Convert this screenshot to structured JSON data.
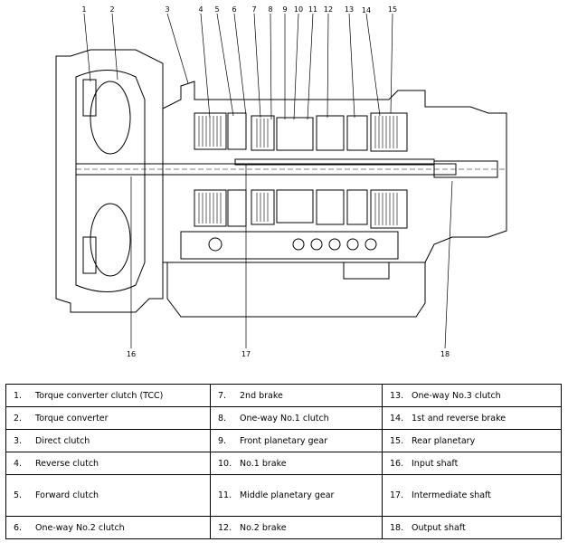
{
  "callouts": {
    "n1": "1",
    "n2": "2",
    "n3": "3",
    "n4": "4",
    "n5": "5",
    "n6": "6",
    "n7": "7",
    "n8": "8",
    "n9": "9",
    "n10": "10",
    "n11": "11",
    "n12": "12",
    "n13": "13",
    "n14": "14",
    "n15": "15",
    "n16": "16",
    "n17": "17",
    "n18": "18"
  },
  "legend": [
    [
      {
        "num": "1.",
        "label": "Torque converter clutch (TCC)"
      },
      {
        "num": "7.",
        "label": "2nd brake"
      },
      {
        "num": "13.",
        "label": "One-way No.3 clutch"
      }
    ],
    [
      {
        "num": "2.",
        "label": "Torque converter"
      },
      {
        "num": "8.",
        "label": "One-way No.1 clutch"
      },
      {
        "num": "14.",
        "label": "1st and reverse brake"
      }
    ],
    [
      {
        "num": "3.",
        "label": "Direct clutch"
      },
      {
        "num": "9.",
        "label": "Front planetary gear"
      },
      {
        "num": "15.",
        "label": "Rear planetary"
      }
    ],
    [
      {
        "num": "4.",
        "label": "Reverse clutch"
      },
      {
        "num": "10.",
        "label": "No.1 brake"
      },
      {
        "num": "16.",
        "label": "Input shaft"
      }
    ],
    [
      {
        "num": "5.",
        "label": "Forward clutch"
      },
      {
        "num": "11.",
        "label": "Middle planetary gear"
      },
      {
        "num": "17.",
        "label": "Intermediate shaft"
      }
    ],
    [
      {
        "num": "6.",
        "label": "One-way No.2 clutch"
      },
      {
        "num": "12.",
        "label": "No.2 brake"
      },
      {
        "num": "18.",
        "label": "Output shaft"
      }
    ]
  ]
}
